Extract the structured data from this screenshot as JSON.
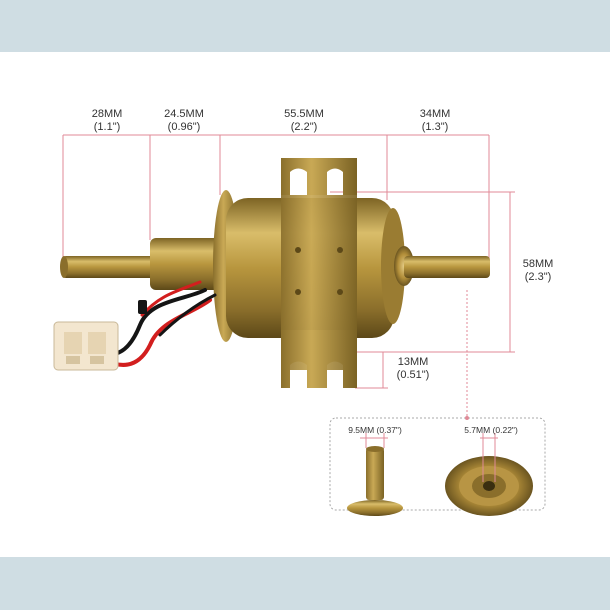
{
  "dimensions": {
    "d28": {
      "main": "28MM",
      "sub": "(1.1\")"
    },
    "d245": {
      "main": "24.5MM",
      "sub": "(0.96\")"
    },
    "d555": {
      "main": "55.5MM",
      "sub": "(2.2\")"
    },
    "d34": {
      "main": "34MM",
      "sub": "(1.3\")"
    },
    "d58": {
      "main": "58MM",
      "sub": "(2.3\")"
    },
    "d13": {
      "main": "13MM",
      "sub": "(0.51\")"
    }
  },
  "inset": {
    "left_label": "9.5MM (0.37\")",
    "right_label": "5.7MM (0.22\")"
  },
  "colors": {
    "background_band": "#cfdde3",
    "dimension_line": "#e08a97",
    "brass": "#b8963e",
    "wire_red": "#d21e1e",
    "wire_black": "#151515",
    "connector": "#f3e6cf"
  }
}
